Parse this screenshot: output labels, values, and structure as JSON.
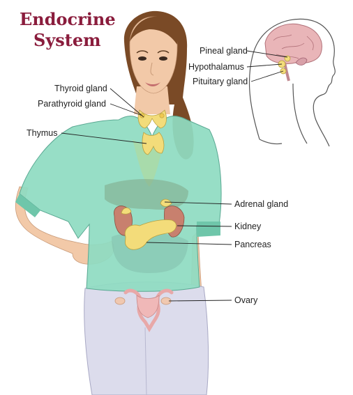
{
  "title": {
    "line1": "Endocrine",
    "line2": "System"
  },
  "labels": {
    "pineal_gland": "Pineal gland",
    "hypothalamus": "Hypothalamus",
    "pituitary_gland": "Pituitary gland",
    "thyroid_gland": "Thyroid gland",
    "parathyroid_gland": "Parathyroid gland",
    "thymus": "Thymus",
    "adrenal_gland": "Adrenal gland",
    "kidney": "Kidney",
    "pancreas": "Pancreas",
    "ovary": "Ovary"
  },
  "colors": {
    "title": "#8a1c3c",
    "shirt": "#8fdcc2",
    "skin": "#f2c9a8",
    "hair": "#7a4a26",
    "gland": "#f3dc7a",
    "pants": "#dcdcec",
    "brain": "#e9b5b8"
  }
}
